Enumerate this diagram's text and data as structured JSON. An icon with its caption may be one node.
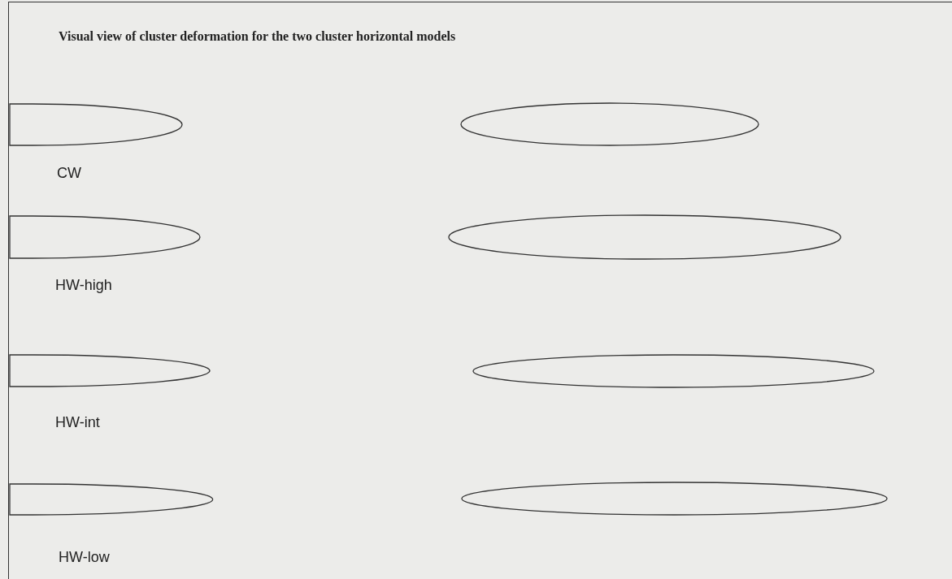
{
  "diagram": {
    "title": "Visual view of cluster deformation for the two cluster horizontal models",
    "nodes": [
      {
        "text": [],
        "shape": "ellipse"
      },
      {
        "text": [],
        "shape": "ellipse"
      },
      {
        "text": [],
        "shape": "ellipse"
      },
      {
        "text": [],
        "shape": "ellipse"
      },
      {
        "text": [],
        "shape": "ellipse"
      },
      {
        "text": [],
        "shape": "ellipse"
      },
      {
        "text": [],
        "shape": "ellipse"
      },
      {
        "text": [],
        "shape": "ellipse"
      }
    ],
    "labels": [
      "CW",
      "HW-high",
      "HW-int",
      "HW-low"
    ]
  }
}
